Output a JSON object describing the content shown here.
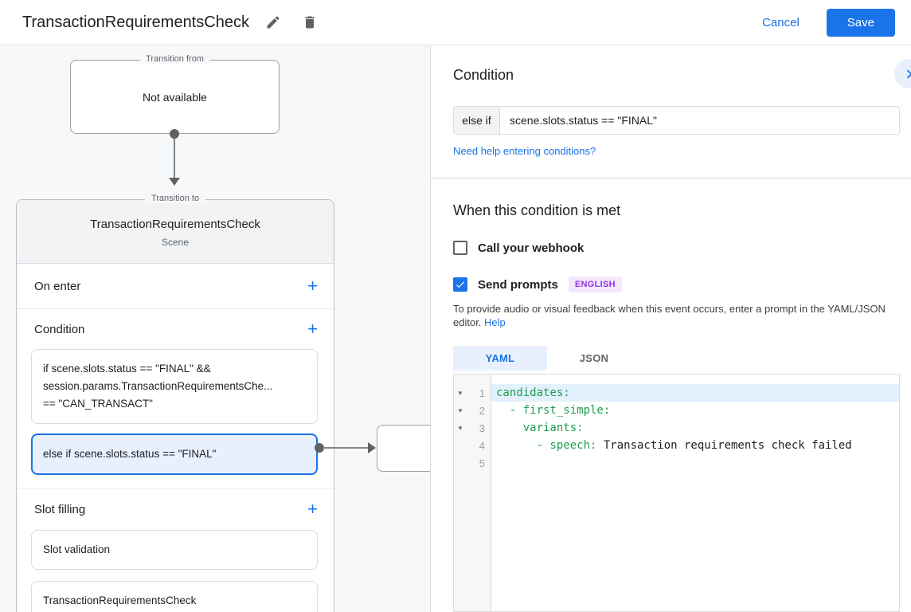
{
  "header": {
    "title": "TransactionRequirementsCheck",
    "cancel_label": "Cancel",
    "save_label": "Save"
  },
  "icons": {
    "plus": "+",
    "fold": "▾"
  },
  "colors": {
    "accent": "#1a73e8",
    "selected_bg": "#e8f0fe",
    "code_key_green": "#1e9e50",
    "badge_text": "#9334e6",
    "badge_bg": "#f3e8fd"
  },
  "diagram": {
    "transition_from": {
      "legend": "Transition from",
      "content": "Not available"
    },
    "scene_card": {
      "legend": "Transition to",
      "title": "TransactionRequirementsCheck",
      "subtitle": "Scene",
      "on_enter_label": "On enter",
      "condition_label": "Condition",
      "condition_1": {
        "line1": "if scene.slots.status == \"FINAL\" &&",
        "line2": "session.params.TransactionRequirementsChe...",
        "line3": "== \"CAN_TRANSACT\""
      },
      "condition_2": "else if scene.slots.status == \"FINAL\"",
      "slot_filling_label": "Slot filling",
      "slot_1": "Slot validation",
      "slot_2": "TransactionRequirementsCheck"
    }
  },
  "panel": {
    "condition_section": {
      "title": "Condition",
      "prefix": "else if",
      "value": "scene.slots.status == \"FINAL\"",
      "help_link": "Need help entering conditions?"
    },
    "when_met": {
      "title": "When this condition is met",
      "webhook_label": "Call your webhook",
      "send_prompts_label": "Send prompts",
      "language_badge": "ENGLISH",
      "helper_text": "To provide audio or visual feedback when this event occurs, enter a prompt in the YAML/JSON editor. ",
      "helper_link_label": "Help"
    },
    "editor": {
      "yaml_tab": "YAML",
      "json_tab": "JSON",
      "lines": [
        {
          "num": "1",
          "key": "candidates:",
          "text": ""
        },
        {
          "num": "2",
          "key": "  - first_simple:",
          "text": ""
        },
        {
          "num": "3",
          "key": "    variants:",
          "text": ""
        },
        {
          "num": "4",
          "key": "      - speech: ",
          "text": "Transaction requirements check failed"
        },
        {
          "num": "5",
          "key": "",
          "text": ""
        }
      ]
    }
  }
}
